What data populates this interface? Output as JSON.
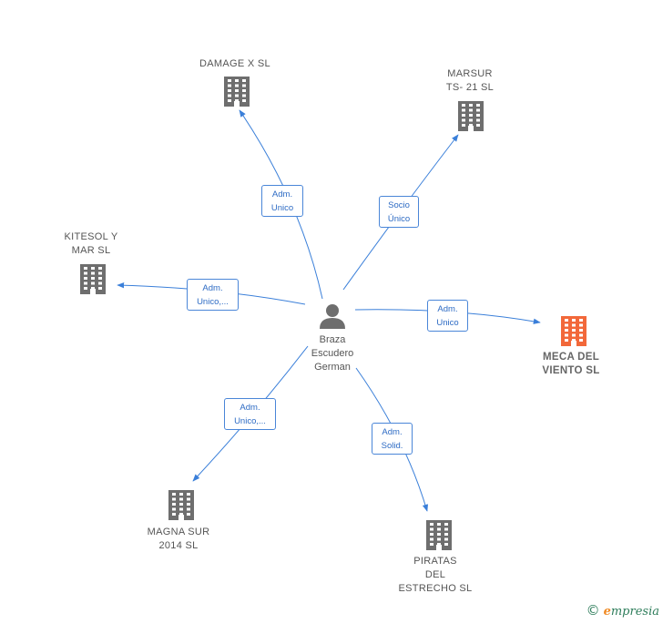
{
  "colors": {
    "edge": "#3a7fd9",
    "company": "#6e6e6e",
    "company_highlight": "#f2683a",
    "person": "#6e6e6e",
    "label_text": "#555555",
    "box_border": "#4a86d8",
    "box_text": "#2d6bc4"
  },
  "person": {
    "name": "Braza\nEscudero\nGerman",
    "icon": "person-icon"
  },
  "companies": [
    {
      "id": "damage",
      "name": "DAMAGE X SL",
      "icon": "building-icon",
      "highlight": false
    },
    {
      "id": "marsur",
      "name": "MARSUR\nTS- 21 SL",
      "icon": "building-icon",
      "highlight": false
    },
    {
      "id": "kitesol",
      "name": "KITESOL Y\nMAR SL",
      "icon": "building-icon",
      "highlight": false
    },
    {
      "id": "meca",
      "name": "MECA DEL\nVIENTO  SL",
      "icon": "building-icon",
      "highlight": true
    },
    {
      "id": "magna",
      "name": "MAGNA SUR\n2014  SL",
      "icon": "building-icon",
      "highlight": false
    },
    {
      "id": "piratas",
      "name": "PIRATAS\nDEL\nESTRECHO  SL",
      "icon": "building-icon",
      "highlight": false
    }
  ],
  "edges": [
    {
      "to": "damage",
      "label": "Adm.\nUnico"
    },
    {
      "to": "marsur",
      "label": "Socio\nÚnico"
    },
    {
      "to": "kitesol",
      "label": "Adm.\nUnico,..."
    },
    {
      "to": "meca",
      "label": "Adm.\nUnico"
    },
    {
      "to": "magna",
      "label": "Adm.\nUnico,..."
    },
    {
      "to": "piratas",
      "label": "Adm.\nSolid."
    }
  ],
  "brand": {
    "copyright": "©",
    "first_letter": "e",
    "rest": "mpresia"
  }
}
